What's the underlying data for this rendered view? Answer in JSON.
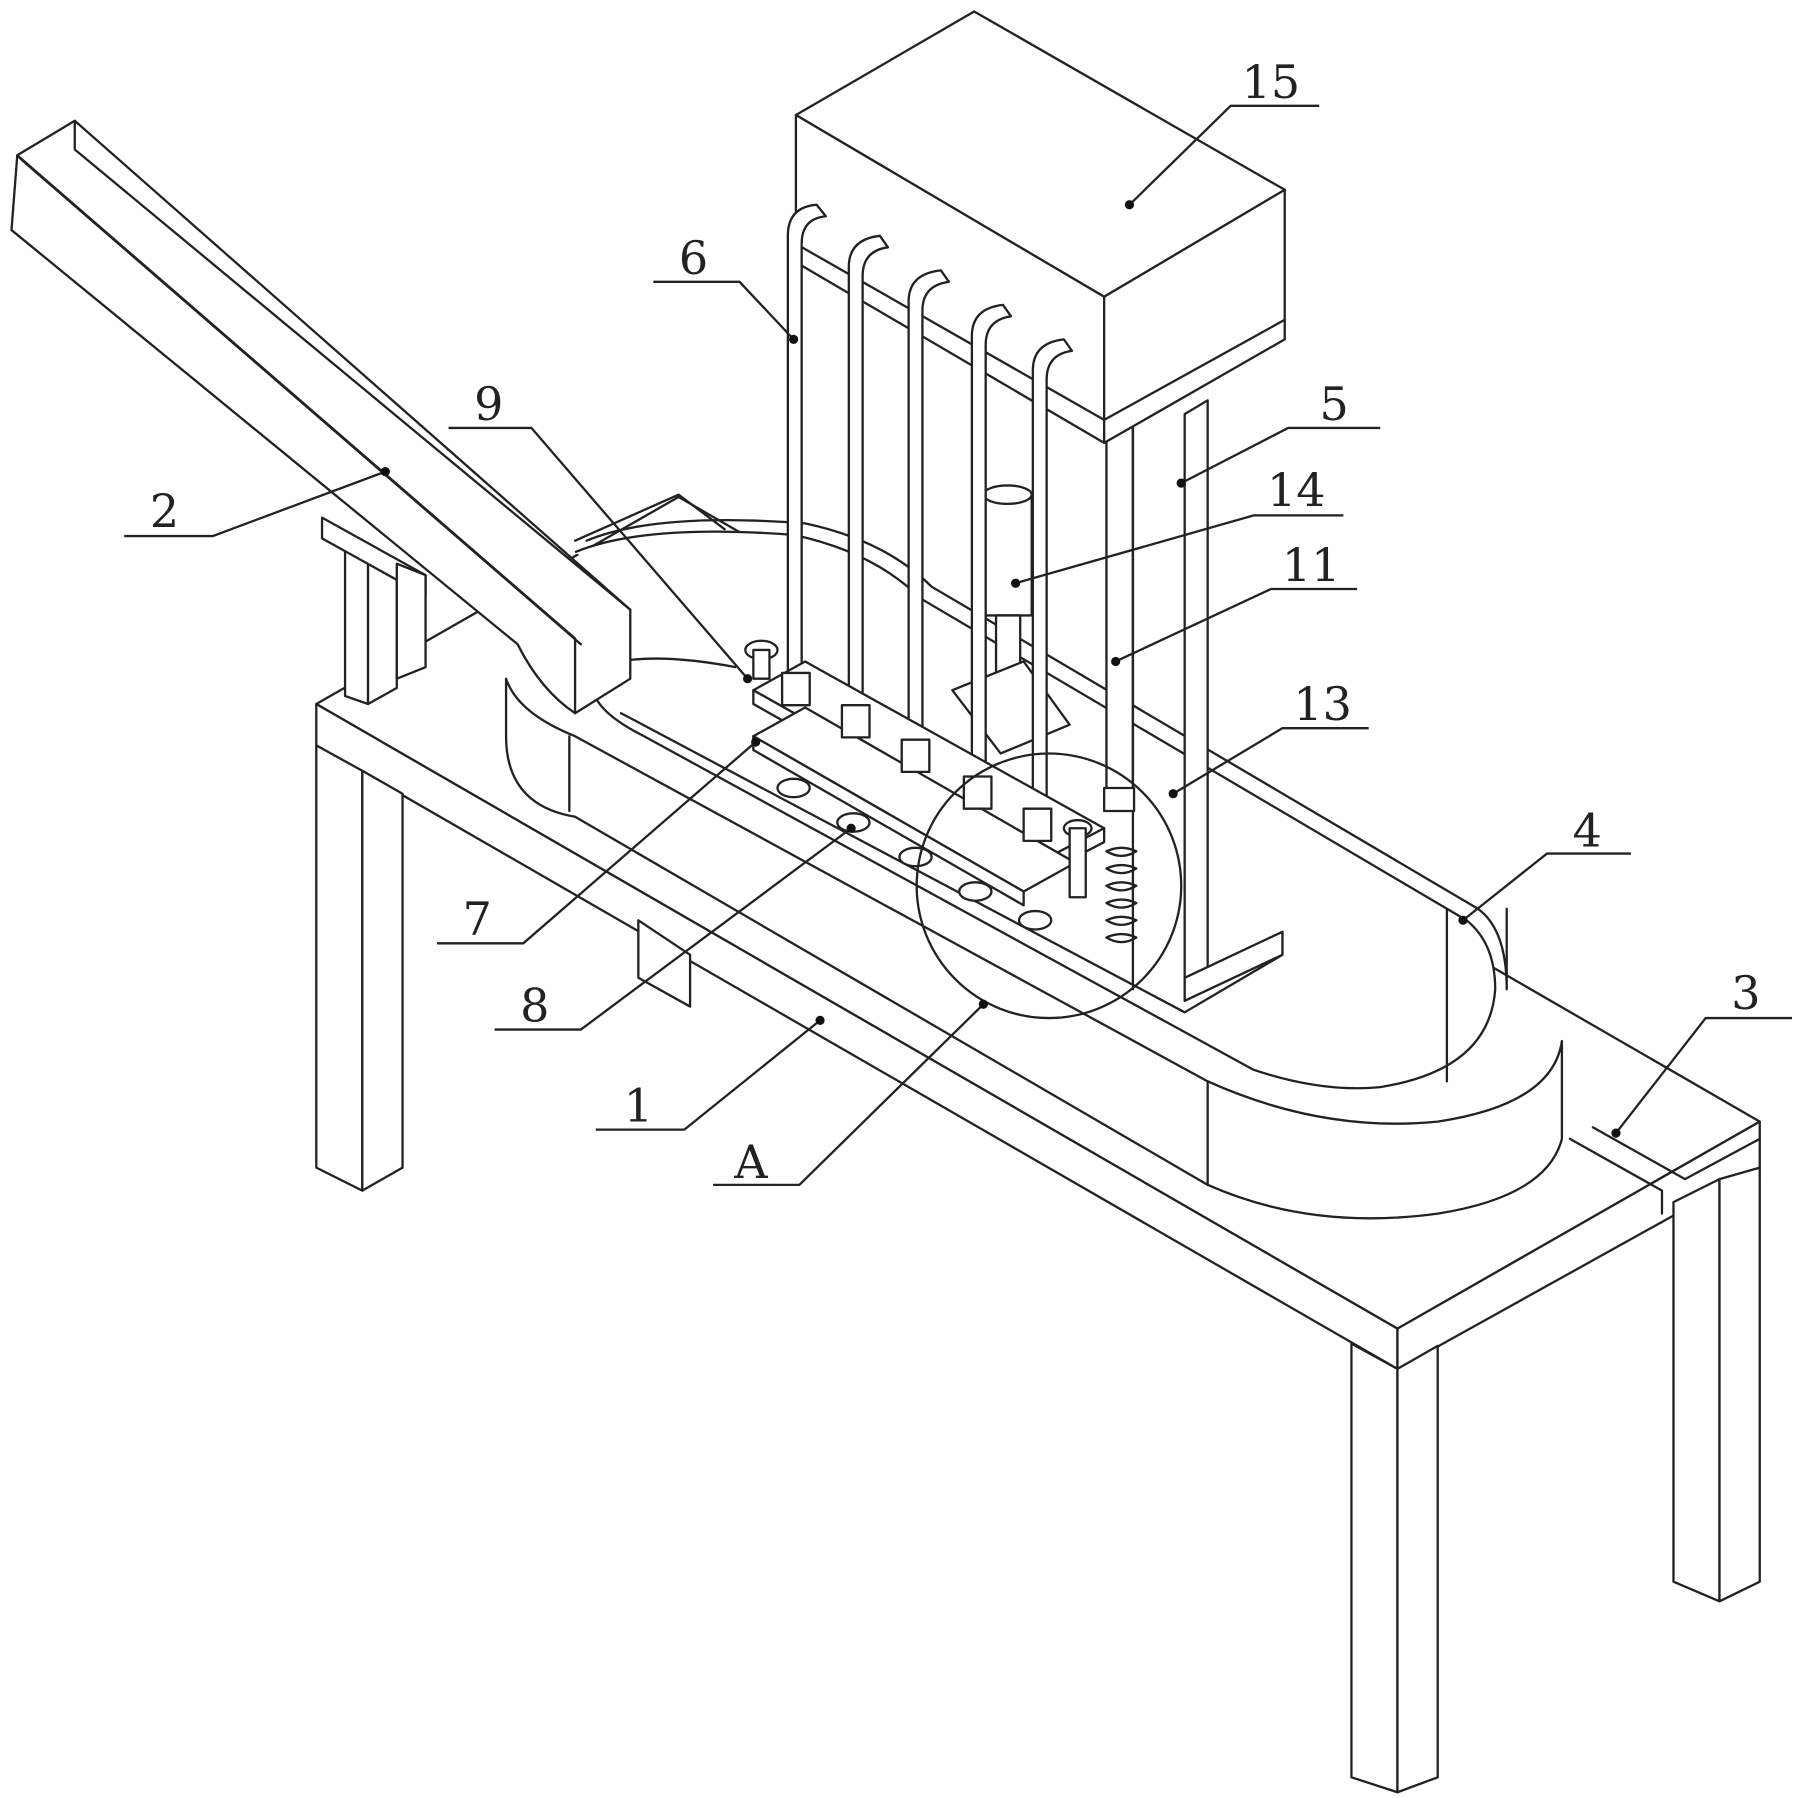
{
  "figure": {
    "labels": {
      "l15": "15",
      "l6": "6",
      "l5": "5",
      "l14": "14",
      "l11": "11",
      "l13": "13",
      "l4": "4",
      "l3": "3",
      "l9": "9",
      "l2": "2",
      "l7": "7",
      "l8": "8",
      "l1": "1",
      "lA": "A"
    },
    "line_color": "#222222",
    "background": "#ffffff"
  }
}
